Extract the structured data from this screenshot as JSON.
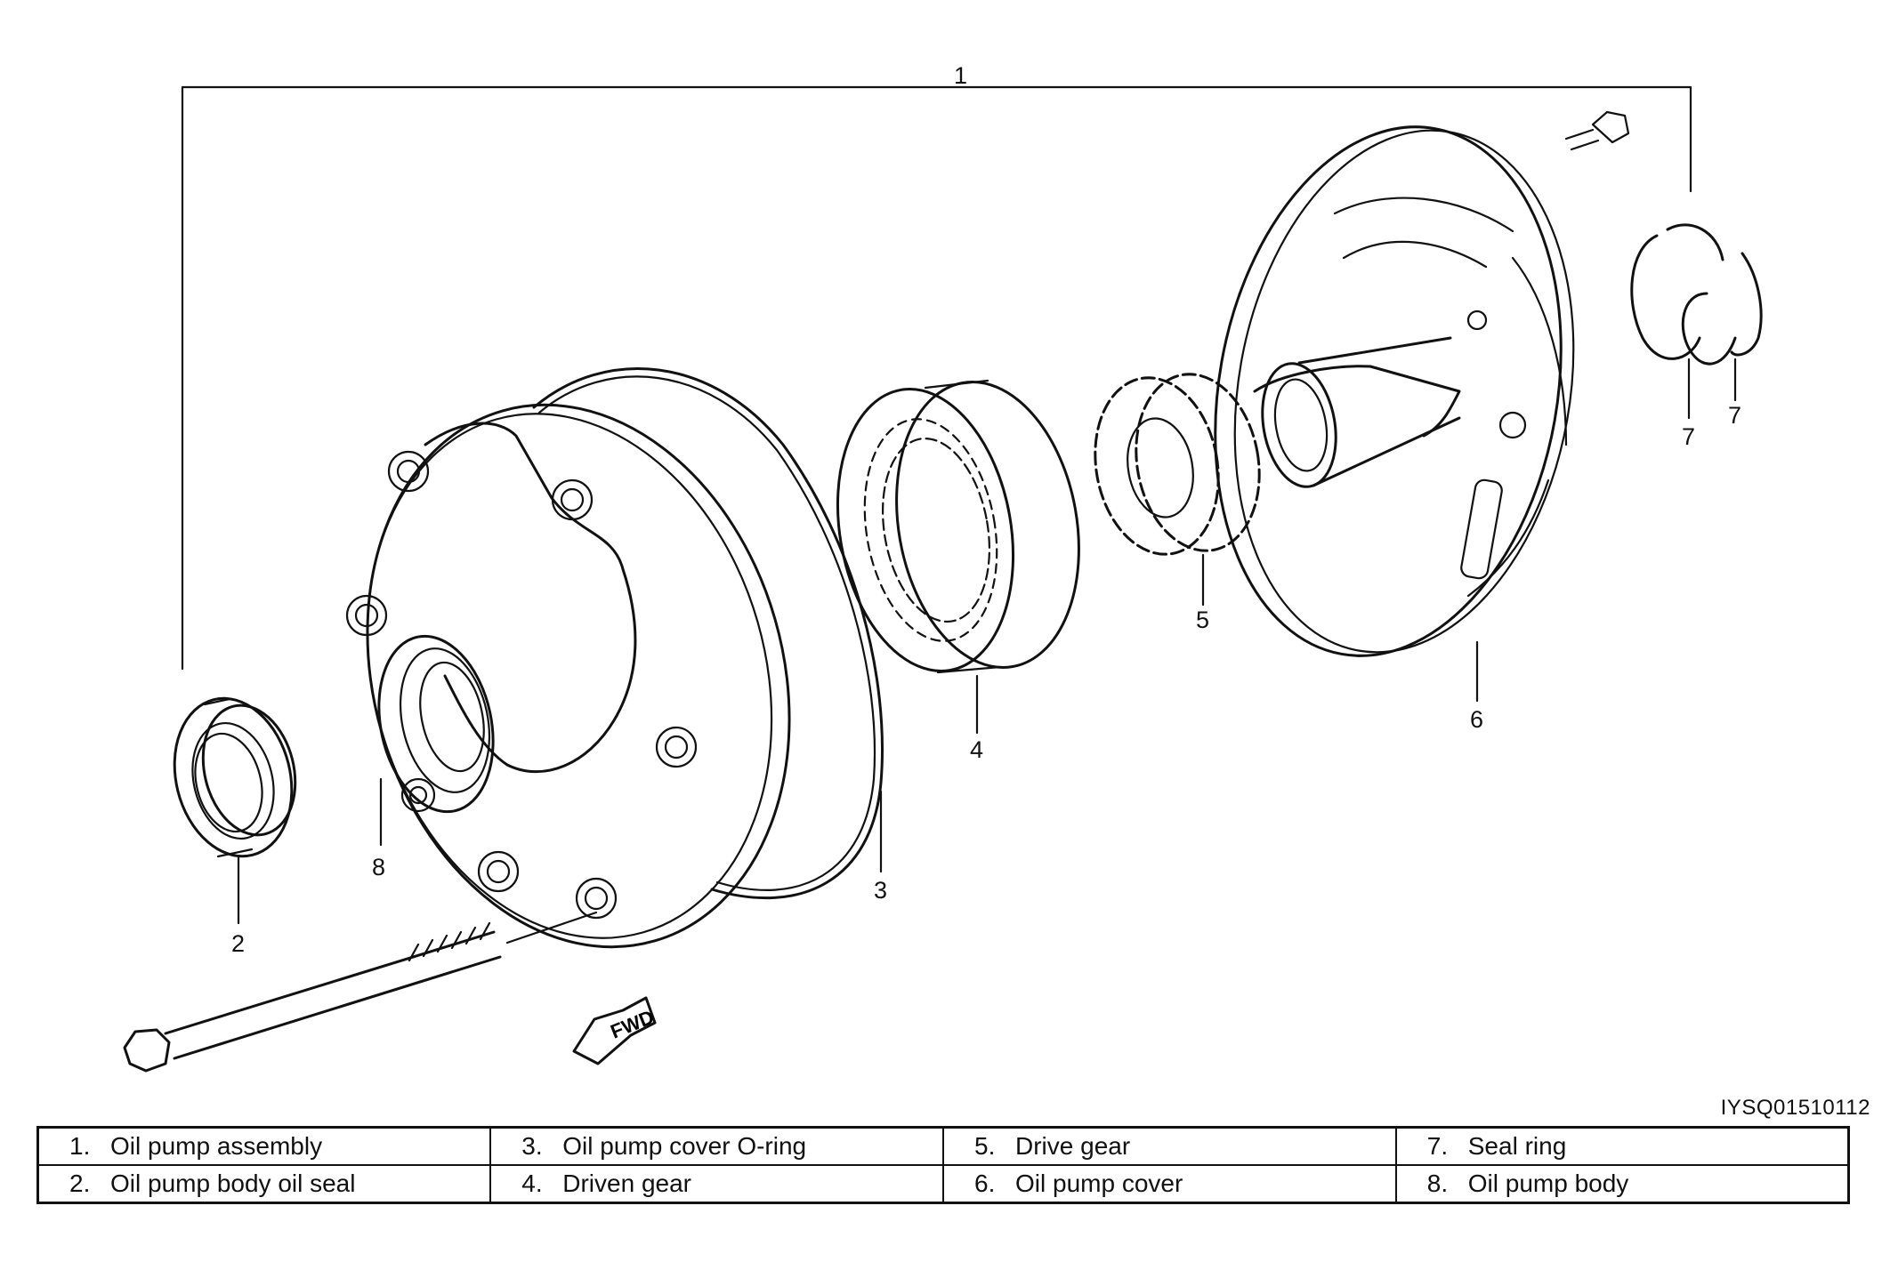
{
  "drawing_code": "IYSQ01510112",
  "callouts": [
    "1",
    "2",
    "3",
    "4",
    "5",
    "6",
    "7",
    "7",
    "8"
  ],
  "fwd_arrow_text": "FWD",
  "legend": [
    [
      {
        "num": "1.",
        "label": "Oil pump assembly"
      },
      {
        "num": "3.",
        "label": "Oil pump cover O-ring"
      },
      {
        "num": "5.",
        "label": "Drive gear"
      },
      {
        "num": "7.",
        "label": "Seal ring"
      }
    ],
    [
      {
        "num": "2.",
        "label": "Oil pump body oil seal"
      },
      {
        "num": "4.",
        "label": "Driven gear"
      },
      {
        "num": "6.",
        "label": "Oil pump cover"
      },
      {
        "num": "8.",
        "label": "Oil pump body"
      }
    ]
  ]
}
